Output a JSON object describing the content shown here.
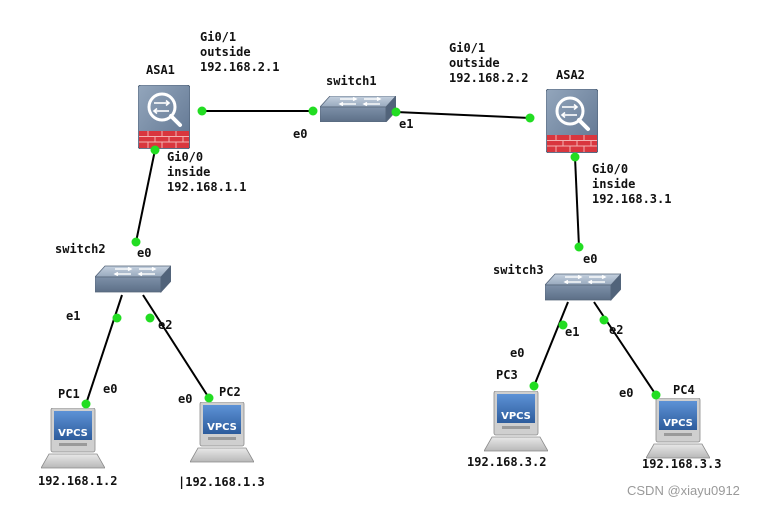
{
  "devices": {
    "asa1": {
      "name": "ASA1"
    },
    "asa2": {
      "name": "ASA2"
    },
    "switch1": {
      "name": "switch1"
    },
    "switch2": {
      "name": "switch2"
    },
    "switch3": {
      "name": "switch3"
    },
    "pc1": {
      "name": "PC1",
      "ip": "192.168.1.2",
      "logo": "VPCS"
    },
    "pc2": {
      "name": "PC2",
      "ip": "|192.168.1.3",
      "logo": "VPCS"
    },
    "pc3": {
      "name": "PC3",
      "ip": "192.168.3.2",
      "logo": "VPCS"
    },
    "pc4": {
      "name": "PC4",
      "ip": "192.168.3.3",
      "logo": "VPCS"
    }
  },
  "interfaces": {
    "asa1_outside": {
      "iface": "Gi0/1",
      "zone": "outside",
      "ip": "192.168.2.1"
    },
    "asa1_inside": {
      "iface": "Gi0/0",
      "zone": "inside",
      "ip": "192.168.1.1"
    },
    "asa2_outside": {
      "iface": "Gi0/1",
      "zone": "outside",
      "ip": "192.168.2.2"
    },
    "asa2_inside": {
      "iface": "Gi0/0",
      "zone": "inside",
      "ip": "192.168.3.1"
    }
  },
  "ports": {
    "sw1_e0": "e0",
    "sw1_e1": "e1",
    "sw2_e0": "e0",
    "sw2_e1": "e1",
    "sw2_e2": "e2",
    "sw3_e0": "e0",
    "sw3_e1": "e1",
    "sw3_e2": "e2",
    "pc1_e0": "e0",
    "pc2_e0": "e0",
    "pc3_e0": "e0",
    "pc4_e0": "e0"
  },
  "watermark": "CSDN @xiayu0912",
  "colors": {
    "link": "#000000",
    "port": "#22dd22",
    "switch_body": "#7a8ea5",
    "asa_body": "#6e829a",
    "firewall_brick": "#d9363e",
    "vpcs_screen": "#3f74b8"
  }
}
